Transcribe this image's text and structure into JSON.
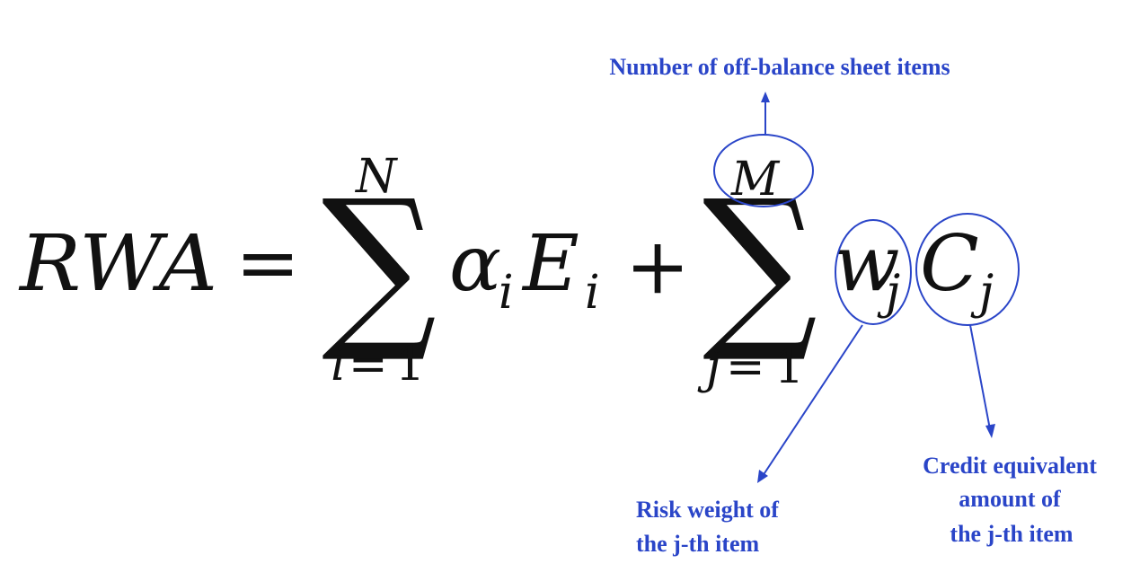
{
  "formula": {
    "lhs": "RWA",
    "equals": "=",
    "sum1": {
      "symbol": "∑",
      "upper": "N",
      "lower_var": "i",
      "lower_eq": "=",
      "lower_val": "1"
    },
    "term1": {
      "alpha": "α",
      "alpha_sub": "i",
      "e": "E",
      "e_sub": "i"
    },
    "plus": "+",
    "sum2": {
      "symbol": "∑",
      "upper": "M",
      "lower_var": "j",
      "lower_eq": "=",
      "lower_val": "1"
    },
    "term2": {
      "w": "w",
      "w_sub": "j",
      "c": "C",
      "c_sub": "j"
    }
  },
  "annotations": {
    "m_note": "Number of off-balance sheet items",
    "w_note_line1": "Risk weight of",
    "w_note_line2": "the j-th item",
    "c_note_line1": "Credit equivalent",
    "c_note_line2": "amount  of",
    "c_note_line3": "the j-th item"
  },
  "colors": {
    "annotation": "#2a45c8",
    "formula": "#111111"
  }
}
